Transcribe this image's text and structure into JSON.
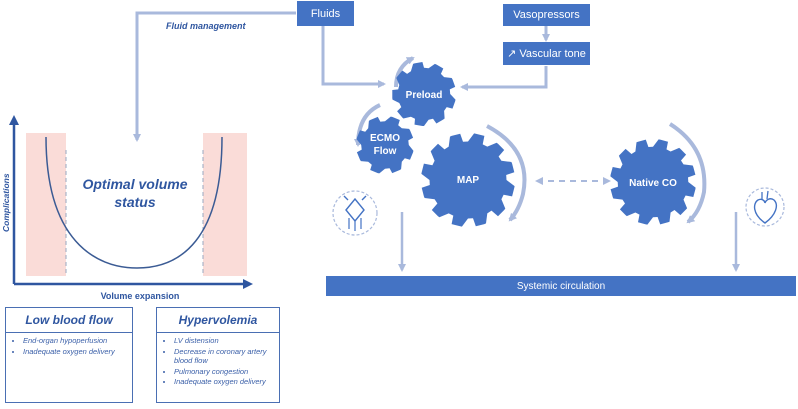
{
  "labels": {
    "fluid_management": "Fluid management",
    "optimal_line1": "Optimal volume",
    "optimal_line2": "status",
    "y_axis": "Complications",
    "x_axis": "Volume expansion",
    "systemic_circulation": "Systemic circulation"
  },
  "boxes": {
    "fluids": "Fluids",
    "vasopressors": "Vasopressors",
    "vascular_tone": "↗ Vascular tone"
  },
  "gears": {
    "preload": "Preload",
    "ecmo_line1": "ECMO",
    "ecmo_line2": "Flow",
    "map": "MAP",
    "native_co": "Native CO"
  },
  "panels": {
    "low_blood_flow": {
      "title": "Low blood flow",
      "items": [
        "End-organ hypoperfusion",
        "Inadequate oxygen delivery"
      ]
    },
    "hypervolemia": {
      "title": "Hypervolemia",
      "items": [
        "LV distension",
        "Decrease in coronary artery blood flow",
        "Pulmonary congestion",
        "Inadequate oxygen delivery"
      ]
    }
  },
  "colors": {
    "gear": "#4473c4",
    "arrow": "#a9b9dc",
    "danger_zone": "#fadcd8",
    "axis": "#2f56a0",
    "text": "#2f56a0"
  }
}
